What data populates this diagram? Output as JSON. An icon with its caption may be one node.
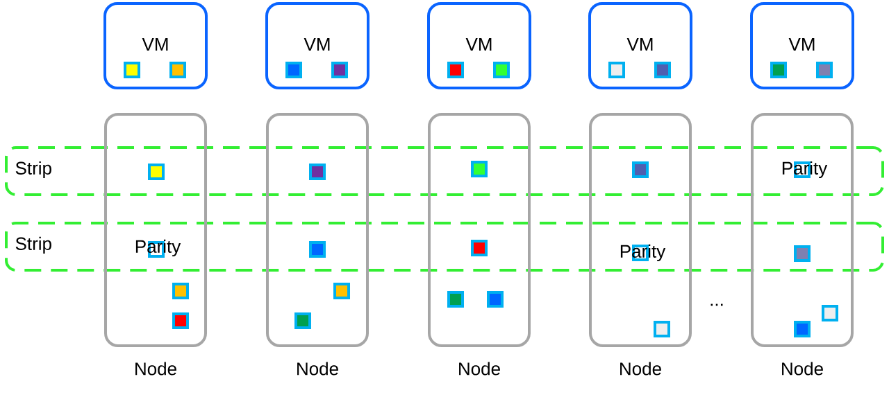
{
  "diagram": {
    "nodes": [
      {
        "text": [
          "VM"
        ]
      },
      {
        "text": [
          "VM"
        ]
      },
      {
        "text": [
          "VM"
        ]
      },
      {
        "text": [
          "VM"
        ]
      },
      {
        "text": [
          "VM"
        ]
      },
      {
        "text": [
          "Strip"
        ]
      },
      {
        "text": [
          "Strip"
        ]
      },
      {
        "text": [
          "Node"
        ]
      },
      {
        "text": [
          "Node"
        ]
      },
      {
        "text": [
          "Node"
        ]
      },
      {
        "text": [
          "Node"
        ]
      },
      {
        "text": [
          "Node"
        ]
      }
    ],
    "labels": [
      "Parity",
      "Parity",
      "Parity",
      "..."
    ]
  }
}
